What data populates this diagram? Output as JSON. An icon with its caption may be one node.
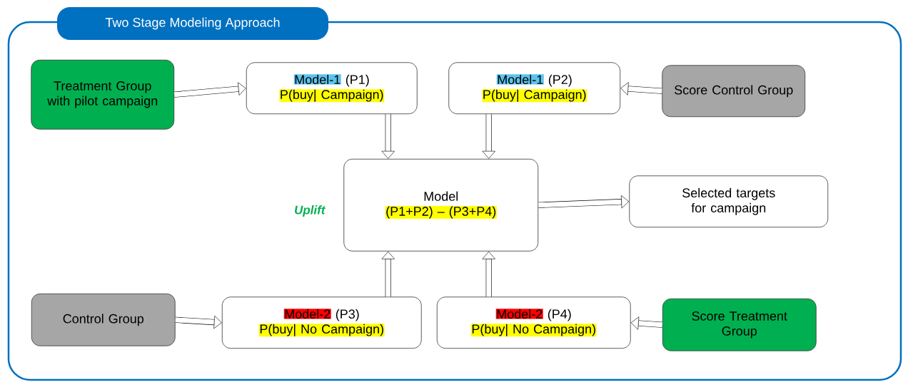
{
  "diagram": {
    "nodes": [
      {
        "text": [
          "Two Stage Modeling Approach"
        ]
      },
      {
        "text": [
          "Treatment Group with pilot campaign"
        ],
        "in": 0
      },
      {
        "text": [
          "Model-1",
          "(P1)",
          "P(buy| Campaign)"
        ],
        "in": 0
      },
      {
        "text": [
          "Model-1",
          "(P2)",
          "P(buy| Campaign)"
        ],
        "in": 0
      },
      {
        "text": [
          "Score Control Group"
        ],
        "in": 0
      },
      {
        "text": [
          "Model",
          "(P1+P2) – (P3+P4)"
        ],
        "beside": [
          "Uplift"
        ],
        "in": 0
      },
      {
        "text": [
          "Selected targets for campaign"
        ],
        "in": 0
      },
      {
        "text": [
          "Control Group"
        ],
        "in": 0
      },
      {
        "text": [
          "Model-2",
          "(P3)",
          "P(buy| No Campaign)"
        ],
        "in": 0
      },
      {
        "text": [
          "Model-2",
          "(P4)",
          "P(buy| No Campaign)"
        ],
        "in": 0
      },
      {
        "text": [
          "Score Treatment Group"
        ],
        "in": 0
      }
    ],
    "edges": [
      {
        "from": 1,
        "to": 2,
        "arrow": "to"
      },
      {
        "from": 4,
        "to": 3,
        "arrow": "to"
      },
      {
        "from": 2,
        "to": 5,
        "arrow": "to"
      },
      {
        "from": 3,
        "to": 5,
        "arrow": "to"
      },
      {
        "from": 5,
        "to": 6,
        "arrow": "to"
      },
      {
        "from": 7,
        "to": 8,
        "arrow": "to"
      },
      {
        "from": 8,
        "to": 5,
        "arrow": "to"
      },
      {
        "from": 9,
        "to": 5,
        "arrow": "to"
      },
      {
        "from": 10,
        "to": 9,
        "arrow": "to"
      }
    ]
  }
}
